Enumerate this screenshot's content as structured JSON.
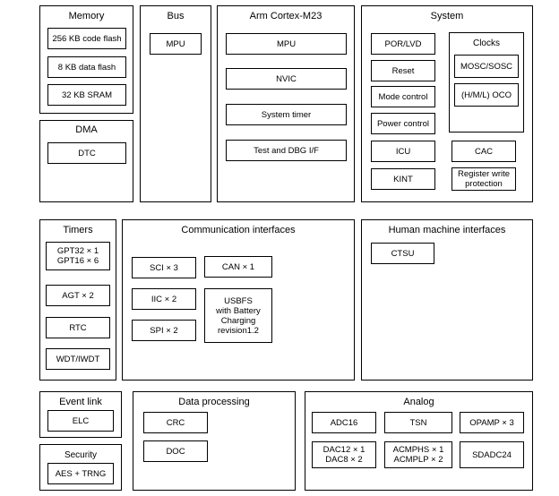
{
  "memory": {
    "title": "Memory",
    "items": [
      "256 KB code flash",
      "8 KB data flash",
      "32 KB SRAM"
    ]
  },
  "dma": {
    "title": "DMA",
    "items": [
      "DTC"
    ]
  },
  "bus": {
    "title": "Bus",
    "items": [
      "MPU"
    ]
  },
  "cpu": {
    "title": "Arm Cortex-M23",
    "items": [
      "MPU",
      "NVIC",
      "System timer",
      "Test and DBG I/F"
    ]
  },
  "system": {
    "title": "System",
    "items": [
      "POR/LVD",
      "Reset",
      "Mode control",
      "Power control",
      "ICU",
      "KINT",
      "CAC",
      "Register write\nprotection"
    ],
    "clocks": {
      "title": "Clocks",
      "items": [
        "MOSC/SOSC",
        "(H/M/L) OCO"
      ]
    }
  },
  "timers": {
    "title": "Timers",
    "items": [
      "GPT32 × 1\nGPT16 × 6",
      "AGT × 2",
      "RTC",
      "WDT/IWDT"
    ]
  },
  "comm": {
    "title": "Communication interfaces",
    "items": [
      "SCI × 3",
      "CAN × 1",
      "IIC × 2",
      "USBFS\nwith Battery\nCharging\nrevision1.2",
      "SPI × 2"
    ]
  },
  "hmi": {
    "title": "Human machine interfaces",
    "items": [
      "CTSU"
    ]
  },
  "event": {
    "title": "Event link",
    "items": [
      "ELC"
    ]
  },
  "security": {
    "title": "Security",
    "items": [
      "AES + TRNG"
    ]
  },
  "dataproc": {
    "title": "Data processing",
    "items": [
      "CRC",
      "DOC"
    ]
  },
  "analog": {
    "title": "Analog",
    "items": [
      "ADC16",
      "TSN",
      "OPAMP × 3",
      "DAC12 × 1\nDAC8 × 2",
      "ACMPHS × 1\nACMPLP × 2",
      "SDADC24"
    ]
  }
}
